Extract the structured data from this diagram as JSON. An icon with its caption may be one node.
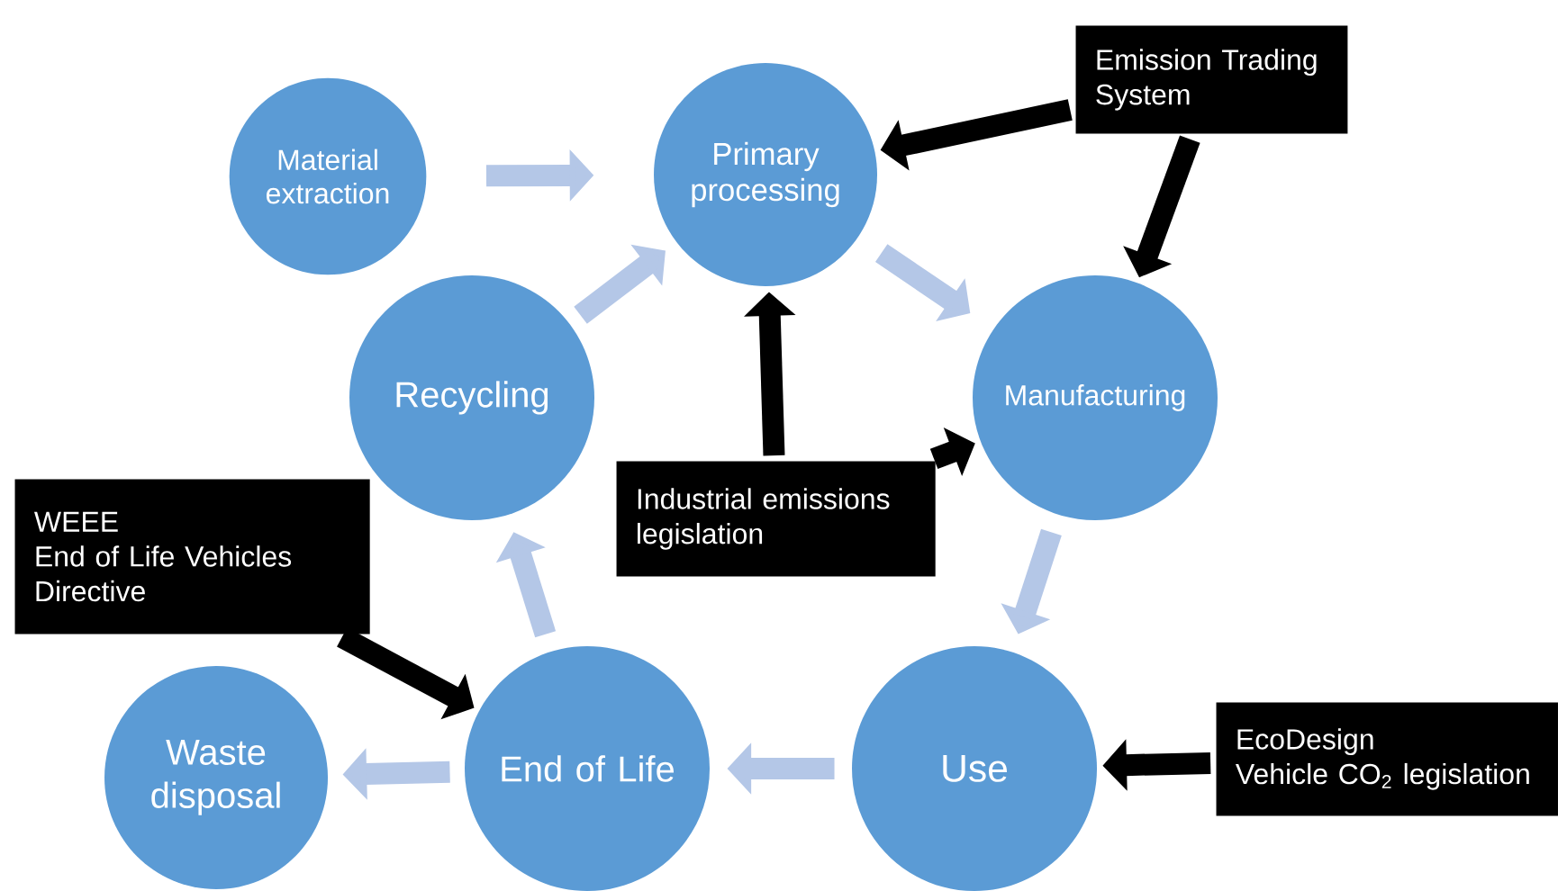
{
  "diagram": {
    "nodes": [
      {
        "text": [
          "Material extraction"
        ]
      },
      {
        "text": [
          "Primary processing"
        ]
      },
      {
        "text": [
          "Manufacturing"
        ]
      },
      {
        "text": [
          "Use"
        ]
      },
      {
        "text": [
          "End of Life"
        ]
      },
      {
        "text": [
          "Waste disposal"
        ]
      },
      {
        "text": [
          "Recycling"
        ]
      },
      {
        "text": [
          "Emission Trading System"
        ]
      },
      {
        "text": [
          "Industrial emissions legislation"
        ]
      },
      {
        "text": [
          "WEEE",
          "End of Life Vehicles Directive"
        ]
      },
      {
        "text": [
          "EcoDesign",
          "Vehicle CO$_{2}$ legislation"
        ]
      }
    ],
    "edges": [
      {
        "from": 0,
        "to": 1,
        "arrow": "to"
      },
      {
        "from": 1,
        "to": 2,
        "arrow": "to"
      },
      {
        "from": 2,
        "to": 3,
        "arrow": "to"
      },
      {
        "from": 3,
        "to": 4,
        "arrow": "to"
      },
      {
        "from": 4,
        "to": 5,
        "arrow": "to"
      },
      {
        "from": 4,
        "to": 6,
        "arrow": "to"
      },
      {
        "from": 6,
        "to": 1,
        "arrow": "to"
      },
      {
        "from": 7,
        "to": 1,
        "arrow": "to",
        "color": "#000000"
      },
      {
        "from": 7,
        "to": 2,
        "arrow": "to",
        "color": "#000000"
      },
      {
        "from": 8,
        "to": 1,
        "arrow": "to",
        "color": "#000000"
      },
      {
        "from": 8,
        "to": 2,
        "arrow": "to",
        "color": "#000000"
      },
      {
        "from": 9,
        "to": 4,
        "arrow": "to",
        "color": "#000000"
      },
      {
        "from": 10,
        "to": 3,
        "arrow": "to",
        "color": "#000000"
      }
    ]
  }
}
